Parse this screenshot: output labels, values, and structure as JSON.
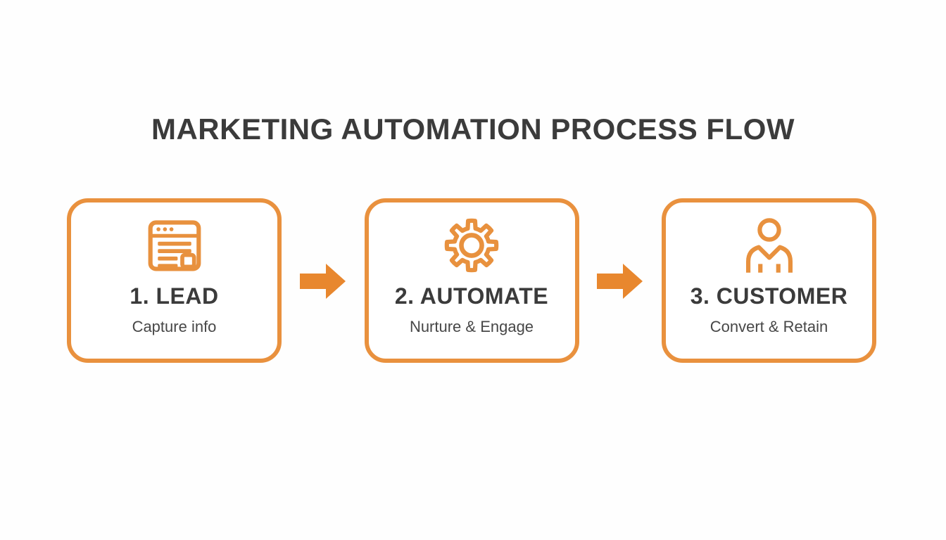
{
  "title": "MARKETING AUTOMATION PROCESS FLOW",
  "colors": {
    "accent_orange": "#E8872E",
    "box_border_orange": "#E9913E",
    "title_text": "#3B3B3B",
    "subtitle_text": "#474747",
    "background": "#FEFEFE"
  },
  "steps": [
    {
      "label": "1. LEAD",
      "description": "Capture info",
      "icon": "web-form-icon"
    },
    {
      "label": "2. AUTOMATE",
      "description": "Nurture & Engage",
      "icon": "gear-icon"
    },
    {
      "label": "3. CUSTOMER",
      "description": "Convert & Retain",
      "icon": "person-icon"
    }
  ],
  "connectors": [
    {
      "icon": "arrow-right-icon"
    },
    {
      "icon": "arrow-right-icon"
    }
  ]
}
